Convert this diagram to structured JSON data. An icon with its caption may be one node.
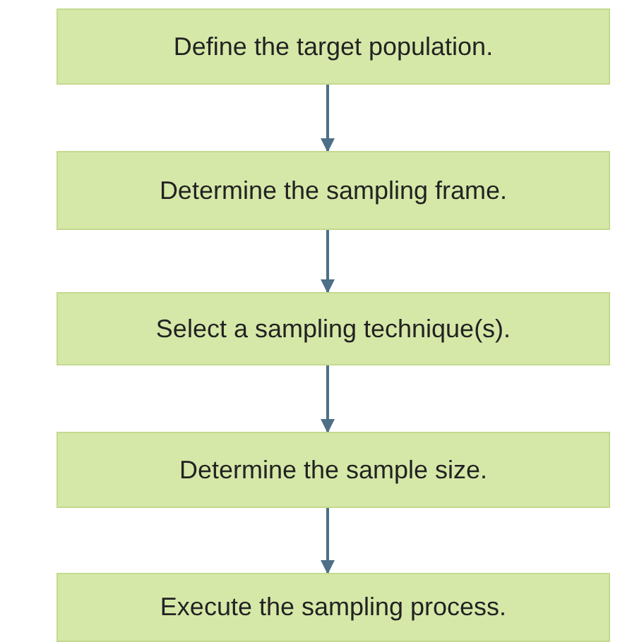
{
  "diagram": {
    "nodes": [
      {
        "text": [
          "Define the target population."
        ]
      },
      {
        "text": [
          "Determine the sampling frame."
        ]
      },
      {
        "text": [
          "Select a sampling technique(s)."
        ]
      },
      {
        "text": [
          "Determine the sample size."
        ]
      },
      {
        "text": [
          "Execute the sampling process."
        ]
      }
    ],
    "edges": [
      {
        "from": 0,
        "to": 1,
        "arrow": "to"
      },
      {
        "from": 1,
        "to": 2,
        "arrow": "to"
      },
      {
        "from": 2,
        "to": 3,
        "arrow": "to"
      },
      {
        "from": 3,
        "to": 4,
        "arrow": "to"
      }
    ]
  }
}
